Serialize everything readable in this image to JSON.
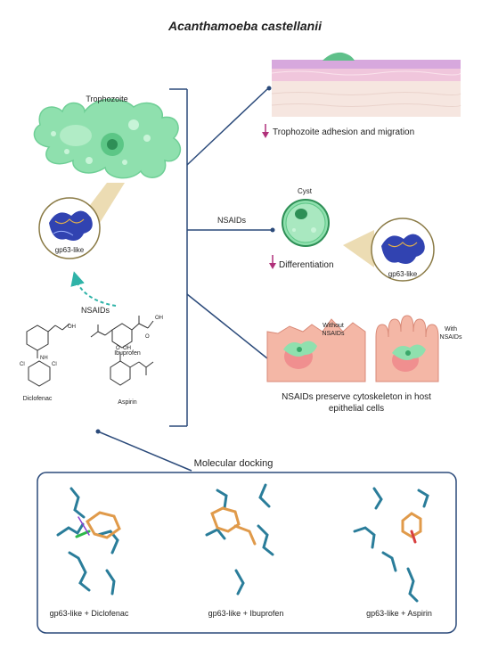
{
  "title": "Acanthamoeba castellanii",
  "trophozoite": {
    "label": "Trophozoite"
  },
  "gp63_left": {
    "label": "gp63-like"
  },
  "nsaids_arrow_label": "NSAIDs",
  "drugs": {
    "diclofenac": "Diclofenac",
    "ibuprofen": "Ibuprofen",
    "aspirin": "Aspirin",
    "nh": "NH",
    "oh": "OH",
    "cl": "Cl",
    "o": "O"
  },
  "branch_label": "NSAIDs",
  "effects": {
    "adhesion": "Trophozoite adhesion and migration",
    "cyst_label": "Cyst",
    "differentiation": "Differentiation",
    "gp63_right": "gp63-like",
    "without": [
      "Without",
      "NSAIDs"
    ],
    "with": [
      "With",
      "NSAIDs"
    ],
    "cytoskeleton": [
      "NSAIDs preserve cytoskeleton in host",
      "epithelial cells"
    ]
  },
  "docking": {
    "title": "Molecular docking",
    "captions": [
      "gp63-like + Diclofenac",
      "gp63-like + Ibuprofen",
      "gp63-like + Aspirin"
    ]
  },
  "colors": {
    "cell_green": "#8fe0ae",
    "nucleus": "#3aa86a",
    "frame": "#2b4a7a",
    "arrow_down": "#b0307a",
    "teal_dash": "#2fb3a8",
    "protein_blue": "#1b2fa8",
    "stick_teal": "#2a7d9a",
    "ligand": "#e09a4a"
  }
}
